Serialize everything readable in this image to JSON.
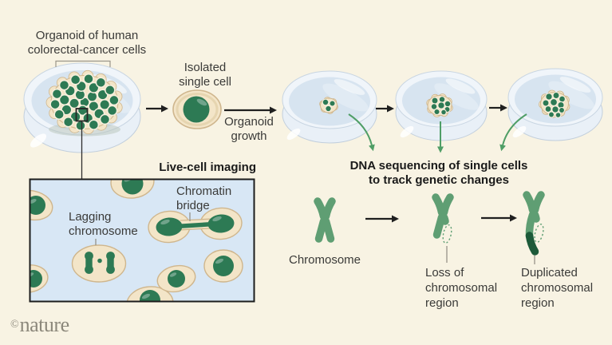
{
  "colors": {
    "background": "#f8f3e3",
    "text": "#3a3a38",
    "text_bold": "#1a1a1a",
    "green_accent": "#4f9e66",
    "cell_green": "#2d7a54",
    "chromosome_green": "#5f9e73",
    "chromosome_dark": "#1d5a39",
    "cyto_beige": "#f3e5c8",
    "cyto_outline": "#cfb68d",
    "dish_blue": "#d7e4f0",
    "box_blue": "#d8e7f5",
    "logo_gray": "#8c887b"
  },
  "labels": {
    "organoid": {
      "line1": "Organoid of human",
      "line2": "colorectal-cancer cells"
    },
    "isolated": {
      "line1": "Isolated",
      "line2": "single cell"
    },
    "growth": {
      "line1": "Organoid",
      "line2": "growth"
    },
    "dna": {
      "line1": "DNA sequencing of single cells",
      "line2": "to track genetic changes"
    },
    "live_cell": {
      "title": "Live-cell imaging"
    },
    "lagging": {
      "line1": "Lagging",
      "line2": "chromosome"
    },
    "chromatin": {
      "line1": "Chromatin",
      "line2": "bridge"
    },
    "chromosome": {
      "label": "Chromosome"
    },
    "loss": {
      "line1": "Loss of",
      "line2": "chromosomal",
      "line3": "region"
    },
    "duplicated": {
      "line1": "Duplicated",
      "line2": "chromosomal",
      "line3": "region"
    }
  },
  "logo": {
    "copyright": "©",
    "name": "nature"
  }
}
